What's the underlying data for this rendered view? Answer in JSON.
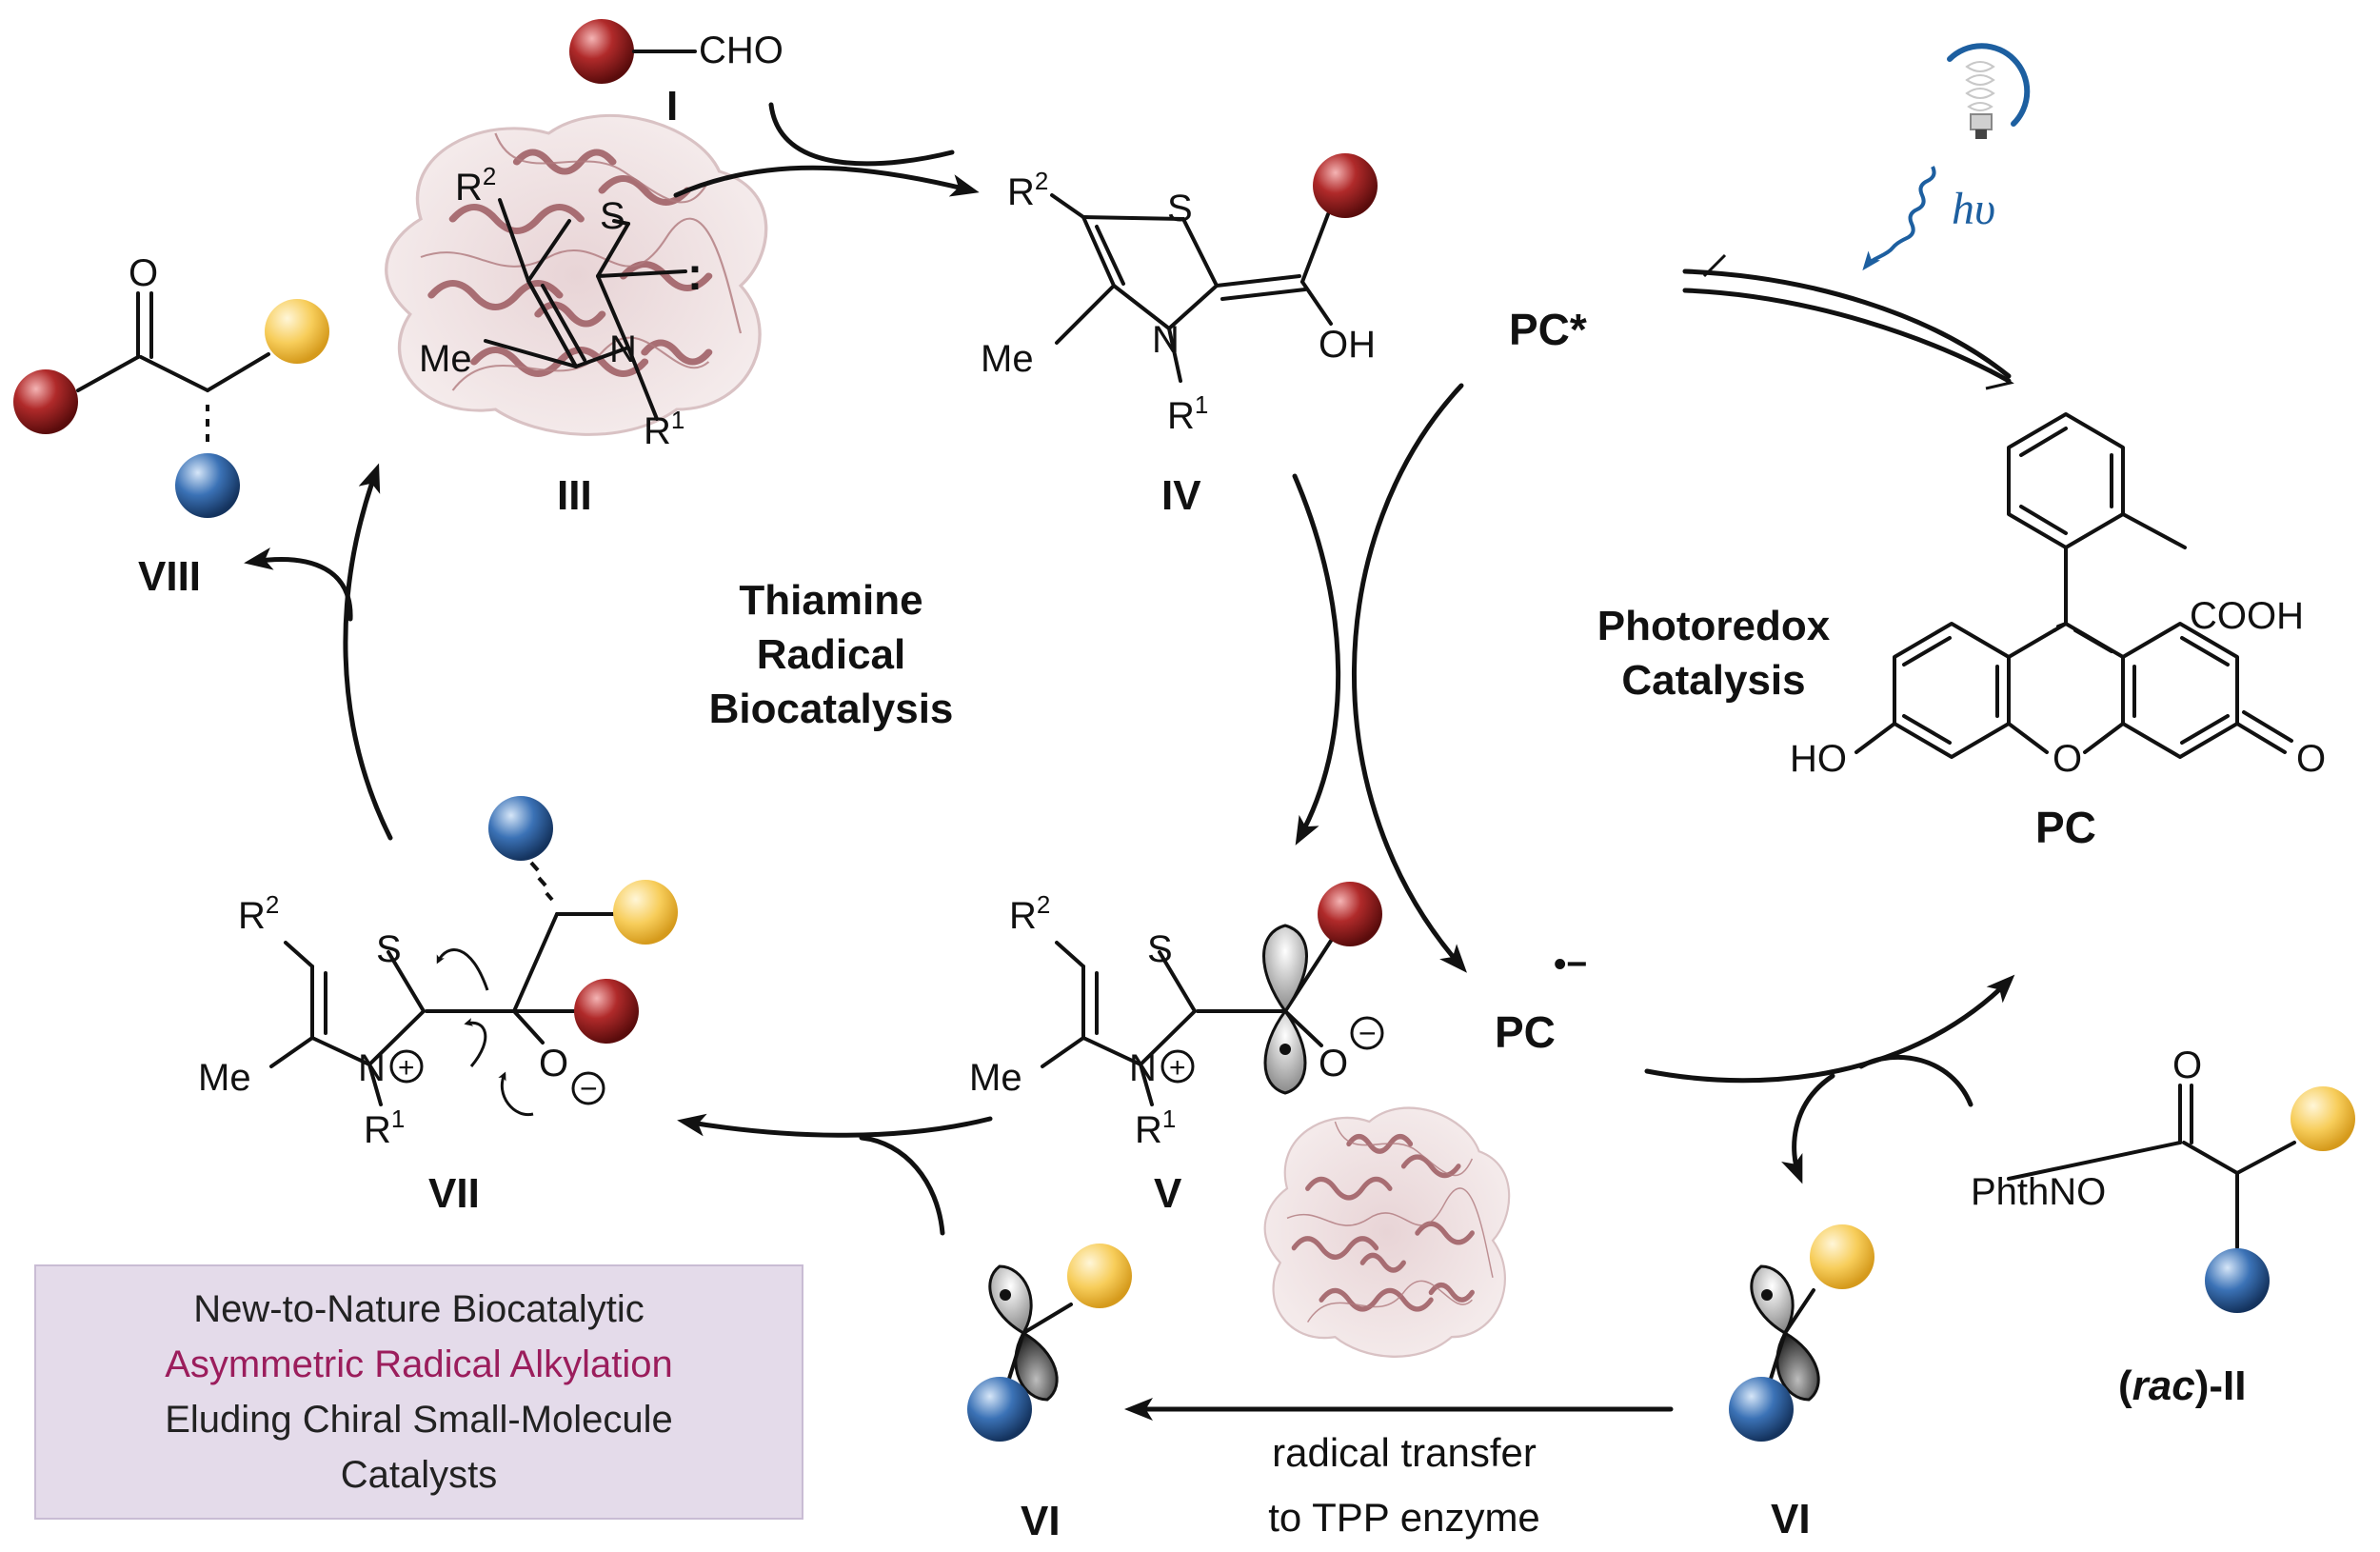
{
  "colors": {
    "red_group": "#8c1c1c",
    "yellow_group": "#f5c242",
    "blue_group": "#2a5a9a",
    "enzyme": "#b07a7e",
    "box_bg": "#e4dbea",
    "accent_text": "#9b1d5c",
    "light_blue": "#1d5fa0"
  },
  "cycles": {
    "left_title": [
      "Thiamine",
      "Radical",
      "Biocatalysis"
    ],
    "right_title": [
      "Photoredox",
      "Catalysis"
    ]
  },
  "compounds": {
    "I": {
      "label": "I",
      "group": "CHO"
    },
    "III": {
      "label": "III",
      "r2": "R",
      "r2_sup": "2",
      "s": "S",
      "n": "N",
      "me": "Me",
      "r1": "R",
      "r1_sup": "1",
      "lone_pair": ":"
    },
    "IV": {
      "label": "IV",
      "r2": "R",
      "r2_sup": "2",
      "s": "S",
      "n": "N",
      "me": "Me",
      "r1": "R",
      "r1_sup": "1",
      "oh": "OH"
    },
    "V": {
      "label": "V",
      "r2": "R",
      "r2_sup": "2",
      "s": "S",
      "n": "N",
      "plus": "+",
      "me": "Me",
      "r1": "R",
      "r1_sup": "1",
      "o": "O",
      "minus": "−"
    },
    "VII": {
      "label": "VII",
      "r2": "R",
      "r2_sup": "2",
      "s": "S",
      "n": "N",
      "plus": "+",
      "me": "Me",
      "r1": "R",
      "r1_sup": "1",
      "o": "O",
      "minus": "−"
    },
    "VIII": {
      "label": "VIII",
      "o": "O"
    },
    "VI_left": {
      "label": "VI"
    },
    "VI_right": {
      "label": "VI"
    },
    "rac_II": {
      "label_prefix": "(",
      "label_rac": "rac",
      "label_suffix": ")-II",
      "o": "O",
      "phth": "PhthNO"
    },
    "PC": {
      "label": "PC",
      "cooh": "COOH",
      "ho": "HO",
      "o_ring": "O",
      "o_keto": "O"
    },
    "PC_star": {
      "label": "PC*"
    },
    "PC_radical": {
      "label": "PC",
      "charge": "•−"
    }
  },
  "light": {
    "hv_h": "h",
    "hv_nu": "υ",
    "icon": "light-bulb-icon"
  },
  "transfer_label": [
    "radical transfer",
    "to TPP enzyme"
  ],
  "note_box": {
    "line1": "New-to-Nature Biocatalytic",
    "line2": "Asymmetric Radical Alkylation",
    "line3": "Eluding Chiral Small-Molecule",
    "line4": "Catalysts"
  }
}
